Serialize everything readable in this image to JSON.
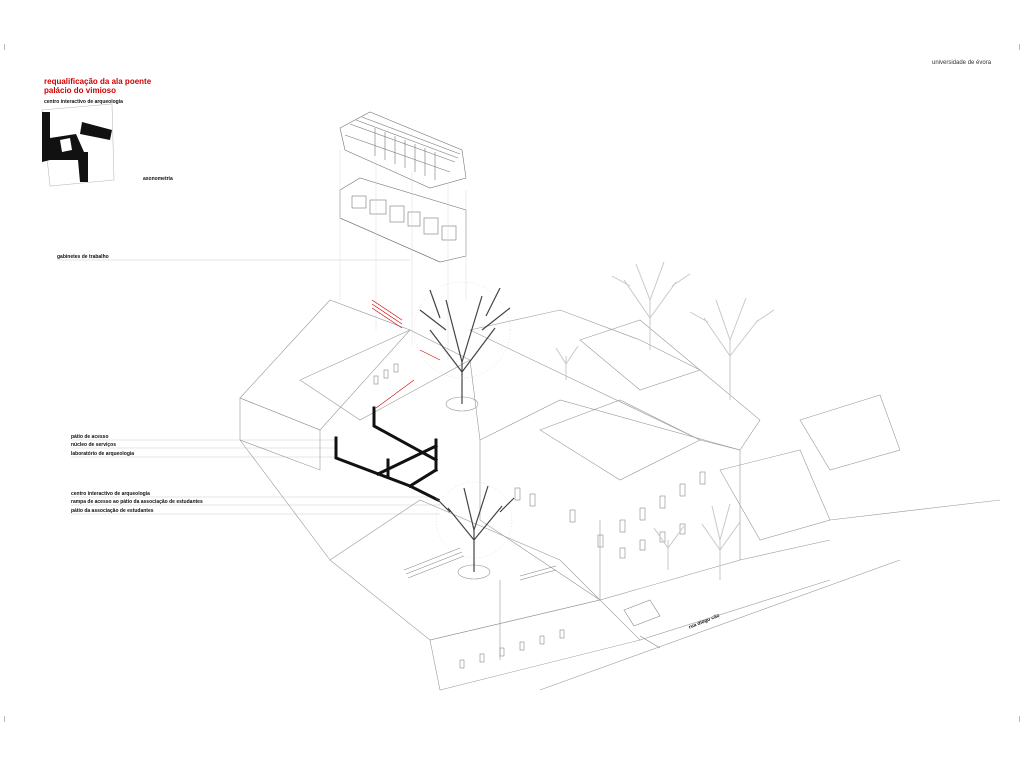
{
  "header": {
    "university": "universidade de évora",
    "title_line1": "requalificação da ala poente",
    "title_line2": "palácio do vimioso",
    "subtitle": "centro interactivo de arqueologia",
    "view_label": "axonometria"
  },
  "labels": {
    "gabinetes": "gabinetes de trabalho",
    "patio_acesso": "pátio de acesso",
    "nucleo": "núcleo de serviços",
    "laboratorio": "laboratório de arqueologia",
    "centro": "centro interactivo de arqueologia",
    "rampa": "rampa de acesso ao pátio da associação de estudantes",
    "patio_assoc": "pátio da associação de estudantes"
  },
  "street_label": "rua diogo cão",
  "colors": {
    "accent": "#d10000",
    "line": "#9a9a9a",
    "ink": "#111111",
    "tree_gray": "#c8c8c8"
  }
}
